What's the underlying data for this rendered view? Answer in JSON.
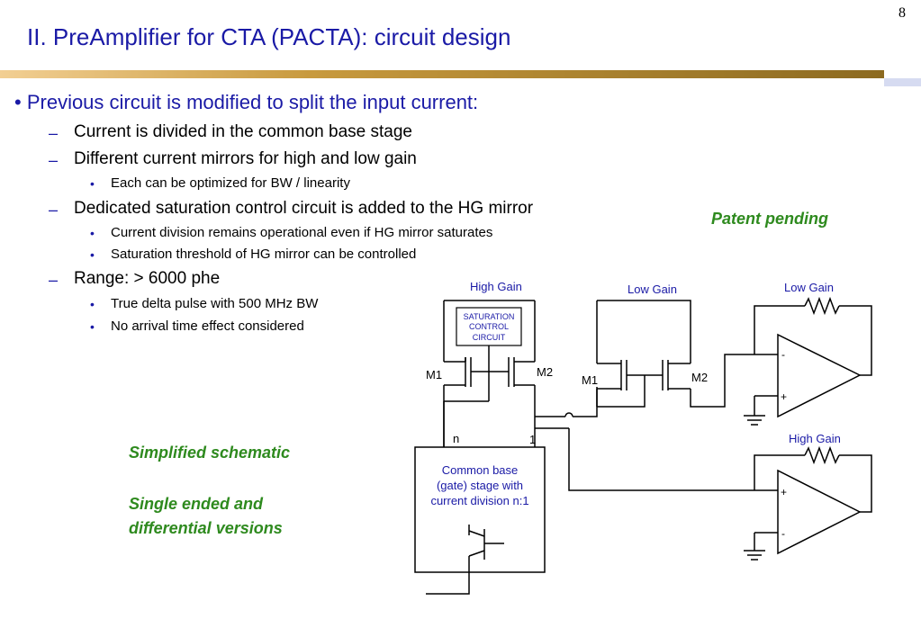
{
  "page_number": "8",
  "title": "II. PreAmplifier for CTA (PACTA): circuit design",
  "bullets": {
    "main": "Previous circuit is modified to split the input current:",
    "sub1": "Current is divided in the common base stage",
    "sub2": "Different current mirrors for high and low gain",
    "sub2_item1": "Each can be optimized for BW / linearity",
    "sub3": "Dedicated saturation control circuit is added to the HG mirror",
    "sub3_item1": "Current division remains operational even if HG mirror saturates",
    "sub3_item2": "Saturation threshold of HG mirror can be controlled",
    "sub4": "Range: > 6000 phe",
    "sub4_item1": "True delta pulse with 500 MHz BW",
    "sub4_item2": "No arrival time effect considered"
  },
  "notes": {
    "patent": "Patent pending",
    "simplified": "Simplified schematic",
    "versions_line1": "Single ended and",
    "versions_line2": "differential versions"
  },
  "schematic": {
    "high_gain_top": "High Gain",
    "low_gain_mid": "Low Gain",
    "low_gain_right": "Low Gain",
    "high_gain_right": "High Gain",
    "sat_line1": "SATURATION",
    "sat_line2": "CONTROL",
    "sat_line3": "CIRCUIT",
    "m1_left": "M1",
    "m2_left": "M2",
    "m1_right": "M1",
    "m2_right": "M2",
    "node_n": "n",
    "node_1": "1",
    "cb_line1": "Common base",
    "cb_line2": "(gate) stage with",
    "cb_line3": "current division n:1",
    "minus": "-",
    "plus": "+"
  },
  "colors": {
    "title": "#1a1aa6",
    "note": "#2e8a1e",
    "schematic_label": "#1a1aa6"
  }
}
